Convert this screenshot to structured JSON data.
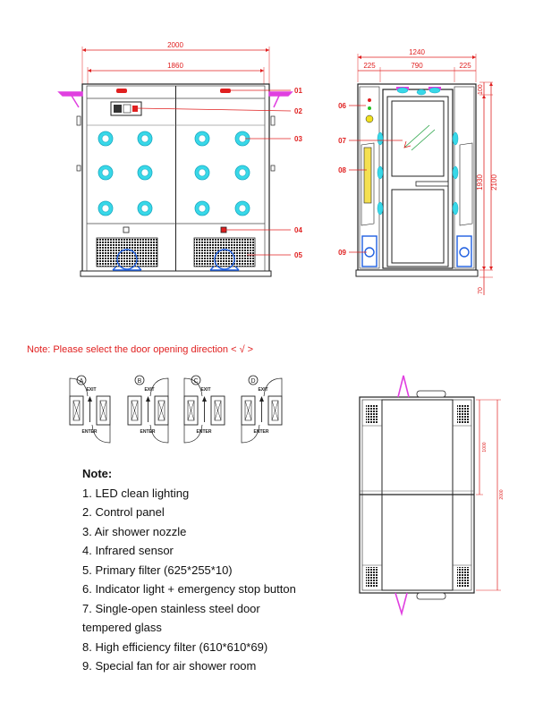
{
  "front_view": {
    "dim_total": "2000",
    "dim_inner": "1860",
    "callouts": [
      "01",
      "02",
      "03",
      "04",
      "05"
    ]
  },
  "side_view": {
    "dim_total": "1240",
    "dim_parts": [
      "225",
      "790",
      "225"
    ],
    "dim_top": "100",
    "dim_h1": "1930",
    "dim_h2": "2100",
    "dim_bottom": "70",
    "callouts": [
      "06",
      "07",
      "08",
      "09"
    ]
  },
  "door_note": "Note: Please select the door opening direction < √ >",
  "door_options": [
    {
      "letter": "A",
      "top": "EXIT",
      "bottom": "ENTER"
    },
    {
      "letter": "B",
      "top": "EXIT",
      "bottom": "ENTER"
    },
    {
      "letter": "C",
      "top": "EXIT",
      "bottom": "ENTER"
    },
    {
      "letter": "D",
      "top": "EXIT",
      "bottom": "ENTER"
    }
  ],
  "top_view": {
    "dim_half": "1000",
    "dim_total": "2000"
  },
  "notes": {
    "title": "Note:",
    "items": [
      "1. LED clean lighting",
      "2. Control panel",
      "3. Air shower nozzle",
      "4. Infrared sensor",
      "5. Primary filter (625*255*10)",
      "6. Indicator light + emergency stop button",
      "7. Single-open stainless steel door",
      "tempered glass",
      "8. High efficiency filter (610*610*69)",
      "9. Special fan for air shower room"
    ]
  },
  "colors": {
    "dimension": "#e02020",
    "nozzle": "#38d8e8",
    "fan": "#1f5fe0",
    "handle": "#e040e0",
    "filter": "#f4e050"
  }
}
